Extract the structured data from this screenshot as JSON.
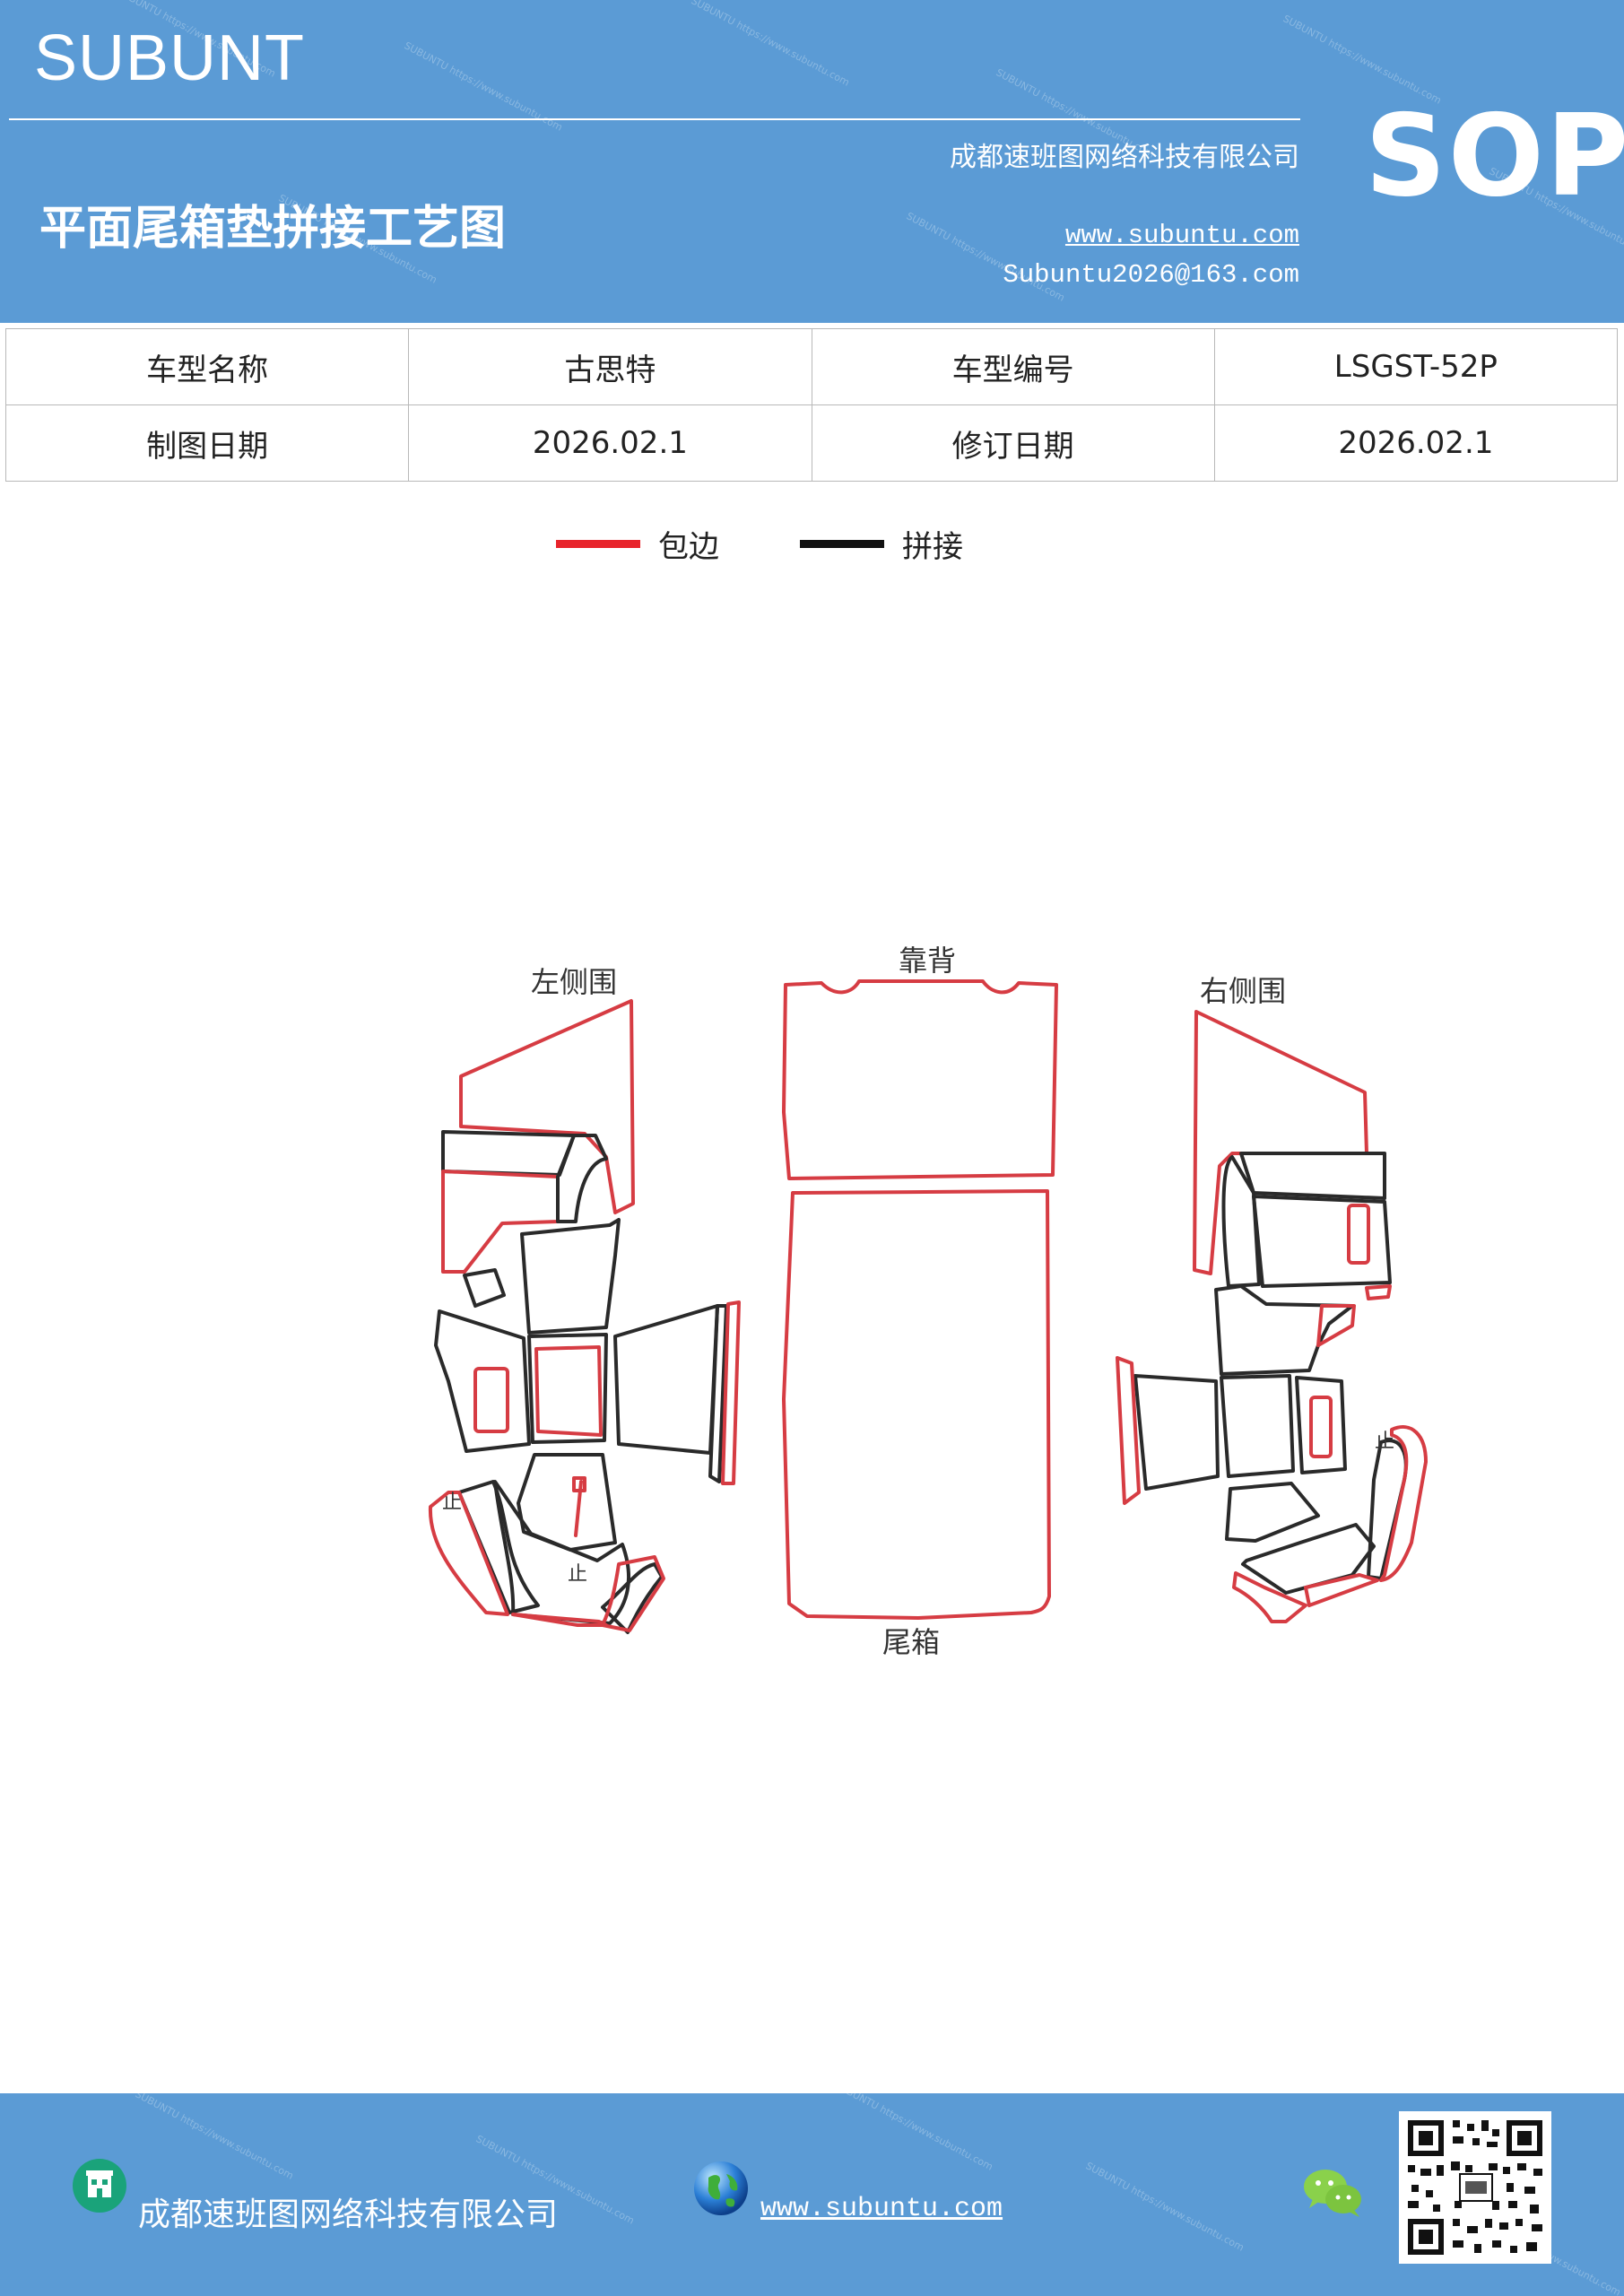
{
  "header": {
    "brand": "SUBUNT",
    "title": "平面尾箱垫拼接工艺图",
    "company": "成都速班图网络科技有限公司",
    "website": "www.subuntu.com",
    "email": "Subuntu2026@163.com",
    "badge": "SOP",
    "watermark": "SUBUNTU https://www.subuntu.com"
  },
  "info_table": {
    "rows": [
      [
        "车型名称",
        "古思特",
        "车型编号",
        "LSGST-52P"
      ],
      [
        "制图日期",
        "2026.02.1",
        "修订日期",
        "2026.02.1"
      ]
    ]
  },
  "legend": {
    "items": [
      {
        "label": "包边",
        "color": "#e8242b"
      },
      {
        "label": "拼接",
        "color": "#111111"
      }
    ]
  },
  "diagram": {
    "labels": {
      "left": "左侧围",
      "back": "靠背",
      "right": "右侧围",
      "trunk": "尾箱",
      "stop": "止"
    },
    "colors": {
      "edge": "#d63c43",
      "seam": "#2a2a2a"
    }
  },
  "footer": {
    "company": "成都速班图网络科技有限公司",
    "website": "www.subuntu.com"
  }
}
